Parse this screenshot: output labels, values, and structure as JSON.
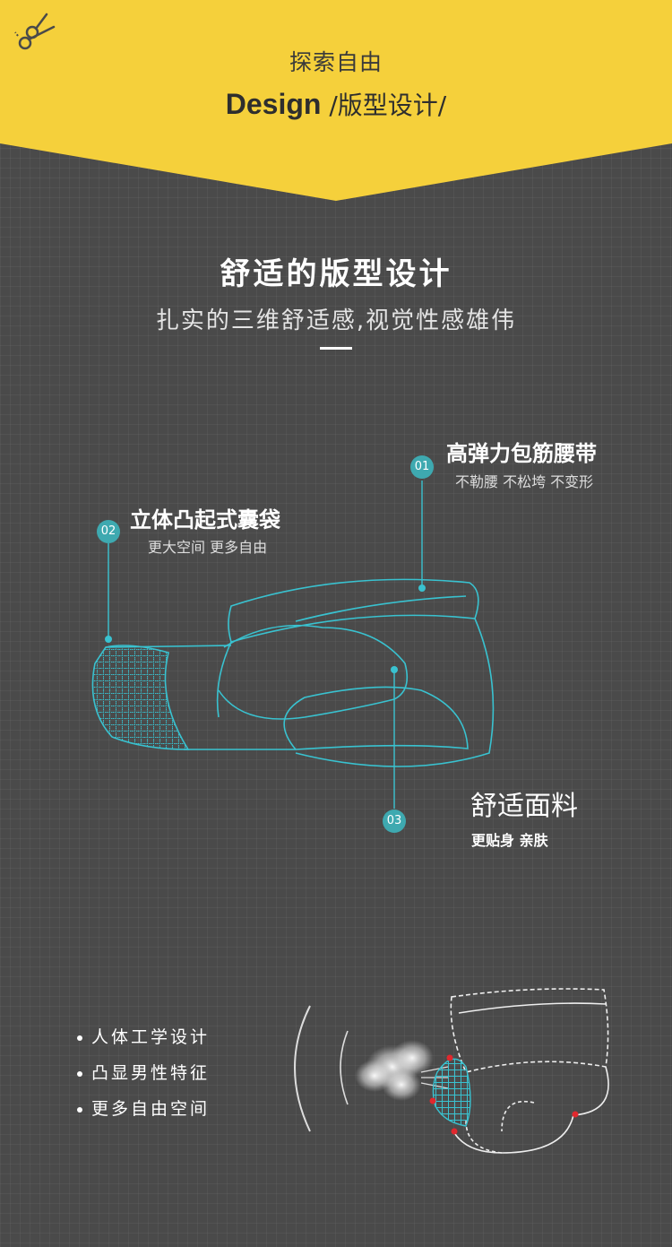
{
  "header": {
    "kicker": "探索自由",
    "design_word": "Design",
    "design_suffix": "/版型设计/",
    "background_color": "#f5d03b",
    "logo_icon": "scissors-icon"
  },
  "intro": {
    "headline": "舒适的版型设计",
    "subline": "扎实的三维舒适感,视觉性感雄伟"
  },
  "features": [
    {
      "number": "01",
      "title": "高弹力包筋腰带",
      "subtitle": "不勒腰 不松垮 不变形"
    },
    {
      "number": "02",
      "title": "立体凸起式囊袋",
      "subtitle": "更大空间 更多自由"
    },
    {
      "number": "03",
      "title": "舒适面料",
      "subtitle": "更贴身 亲肤"
    }
  ],
  "accent_color": "#3ea9b0",
  "line_color": "#39c2d0",
  "bullets": [
    "人体工学设计",
    "凸显男性特征",
    "更多自由空间"
  ]
}
